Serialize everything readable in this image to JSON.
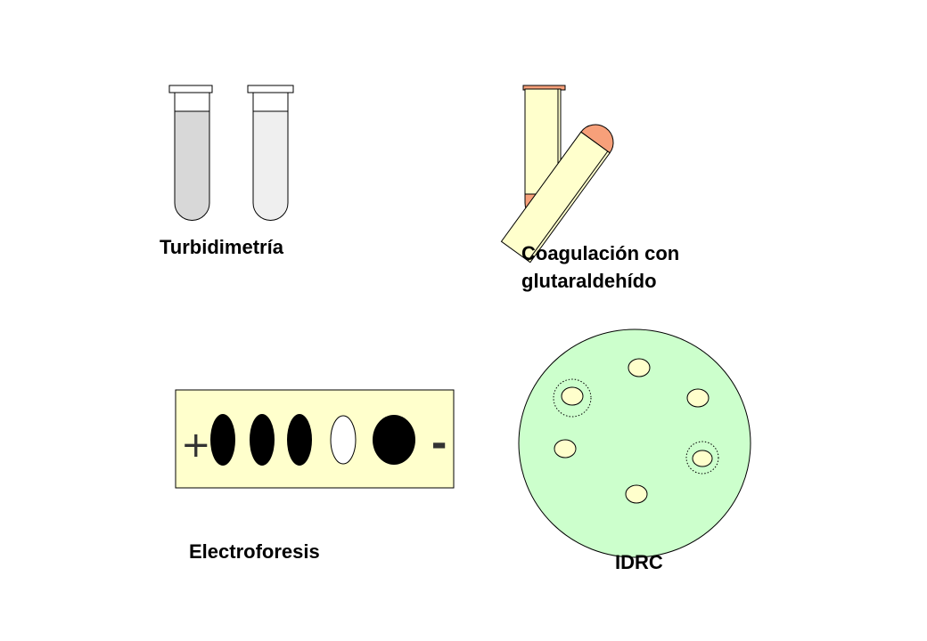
{
  "labels": {
    "turbidimetria": "Turbidimetría",
    "coagulacion_line1": "Coagulación con",
    "coagulacion_line2": "glutaraldehído",
    "electroforesis": "Electroforesis",
    "idrc": "IDRC"
  },
  "electrophoresis": {
    "positive_sign": "+",
    "negative_sign": "-"
  },
  "colors": {
    "tube_fill_dark": "#d8d8d8",
    "tube_fill_light": "#efefef",
    "coag_tube_fill": "#ffffcc",
    "coag_clot": "#f7a07a",
    "gel_strip": "#ffffcc",
    "agar_plate": "#ccffcc",
    "well_fill": "#ffffcc",
    "band_dark": "#000000",
    "band_light": "#ffffff"
  }
}
